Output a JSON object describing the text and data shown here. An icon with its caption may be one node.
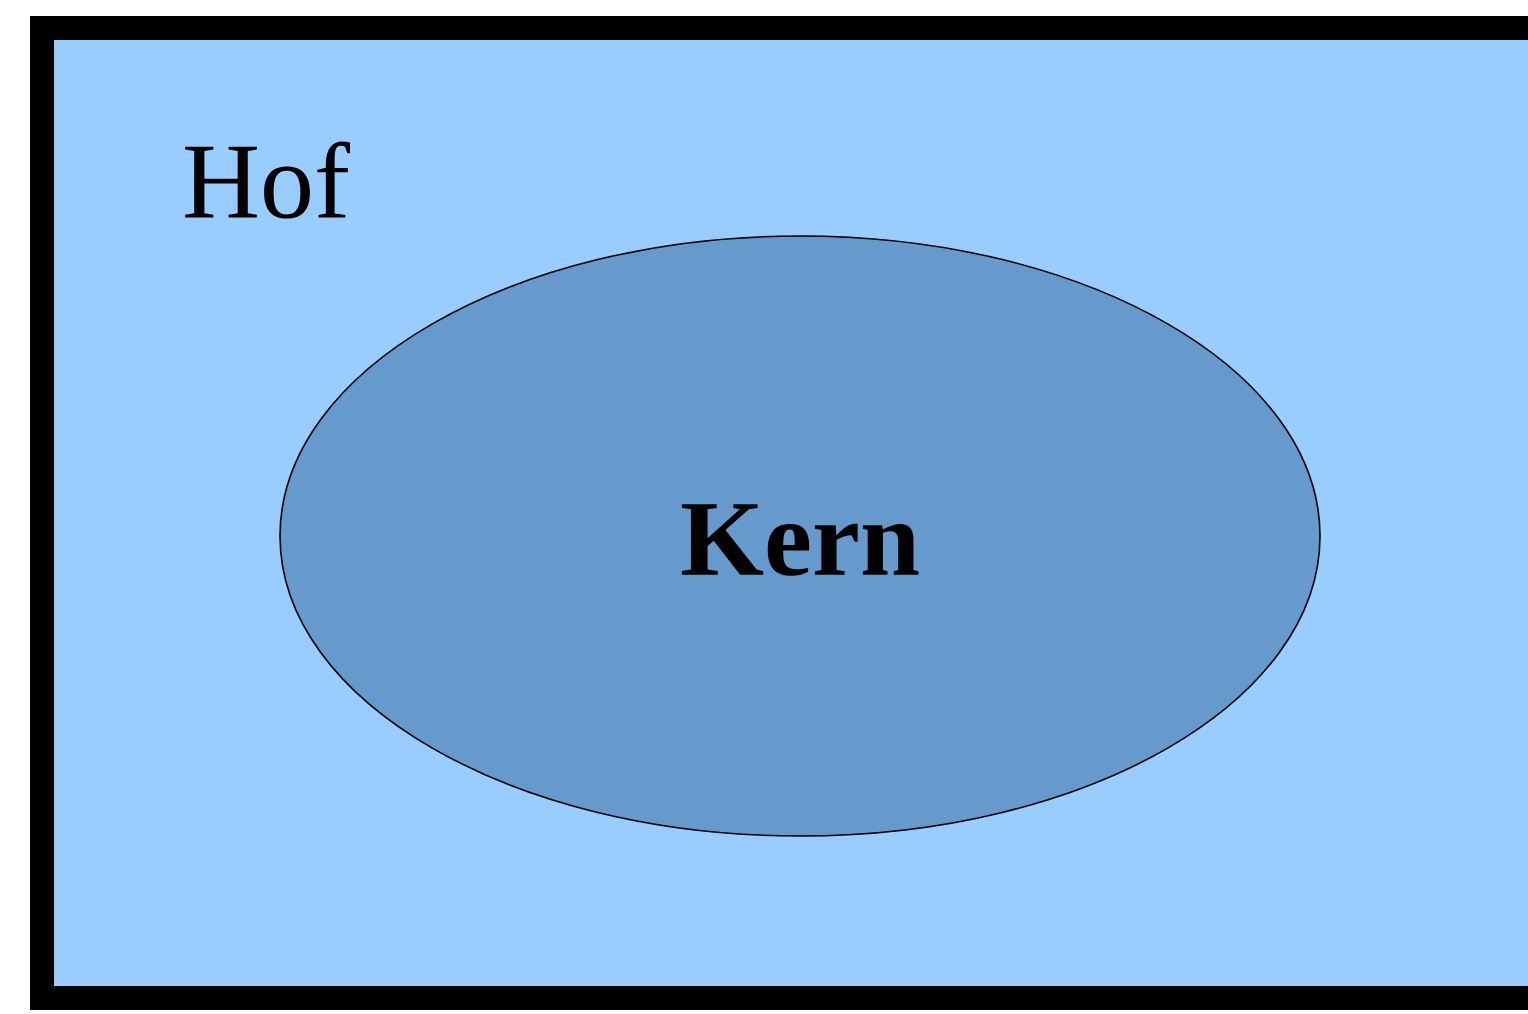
{
  "diagram": {
    "nodes": [
      {
        "text": [
          "Hof"
        ]
      },
      {
        "text": [
          "Kern"
        ],
        "in": 0
      }
    ]
  }
}
